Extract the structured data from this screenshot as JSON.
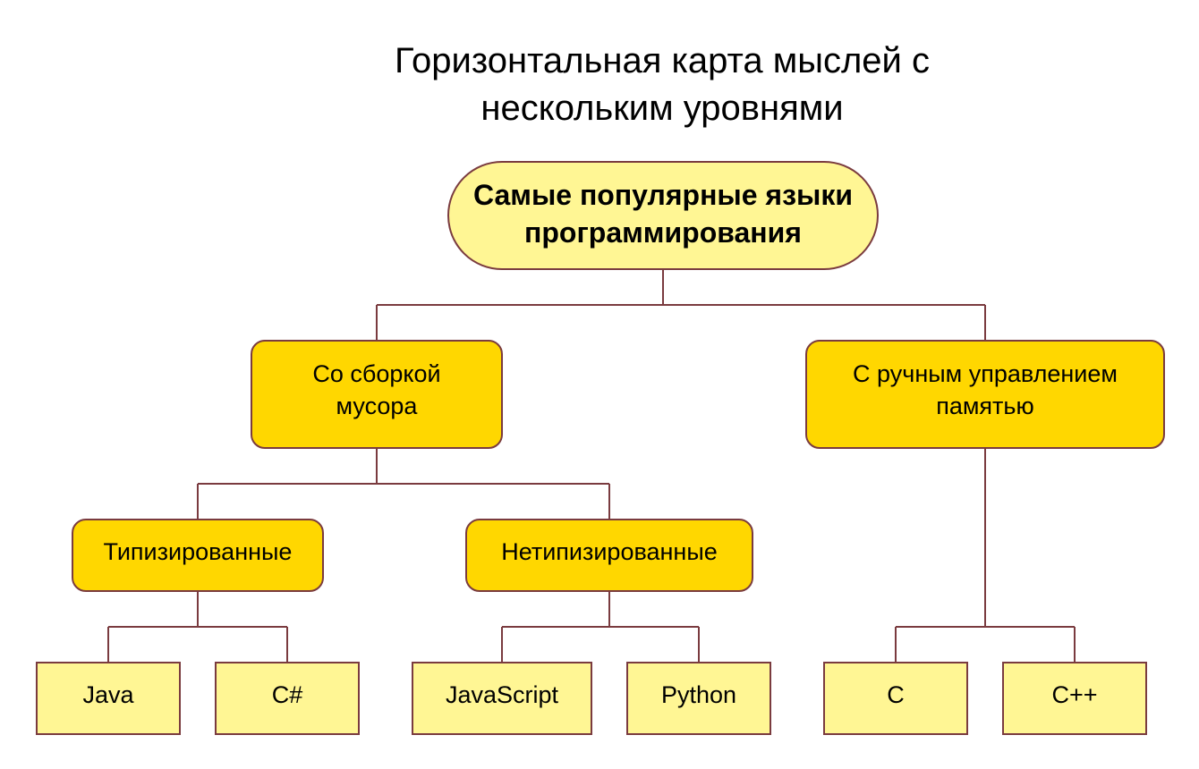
{
  "title": "Горизонтальная карта мыслей с нескольким уровнями",
  "colors": {
    "line": "#7a3b3f",
    "root_fill": "#fff694",
    "category_fill": "#ffd700",
    "leaf_fill": "#fff694"
  },
  "root": {
    "label": "Самые популярные языки программирования"
  },
  "categories": {
    "gc": {
      "label": "Со сборкой мусора"
    },
    "manual": {
      "label": "С ручным управлением памятью"
    }
  },
  "subcategories": {
    "typed": {
      "label": "Типизированные"
    },
    "untyped": {
      "label": "Нетипизированные"
    }
  },
  "languages": {
    "java": "Java",
    "csharp": "C#",
    "javascript": "JavaScript",
    "python": "Python",
    "c": "C",
    "cpp": "C++"
  }
}
